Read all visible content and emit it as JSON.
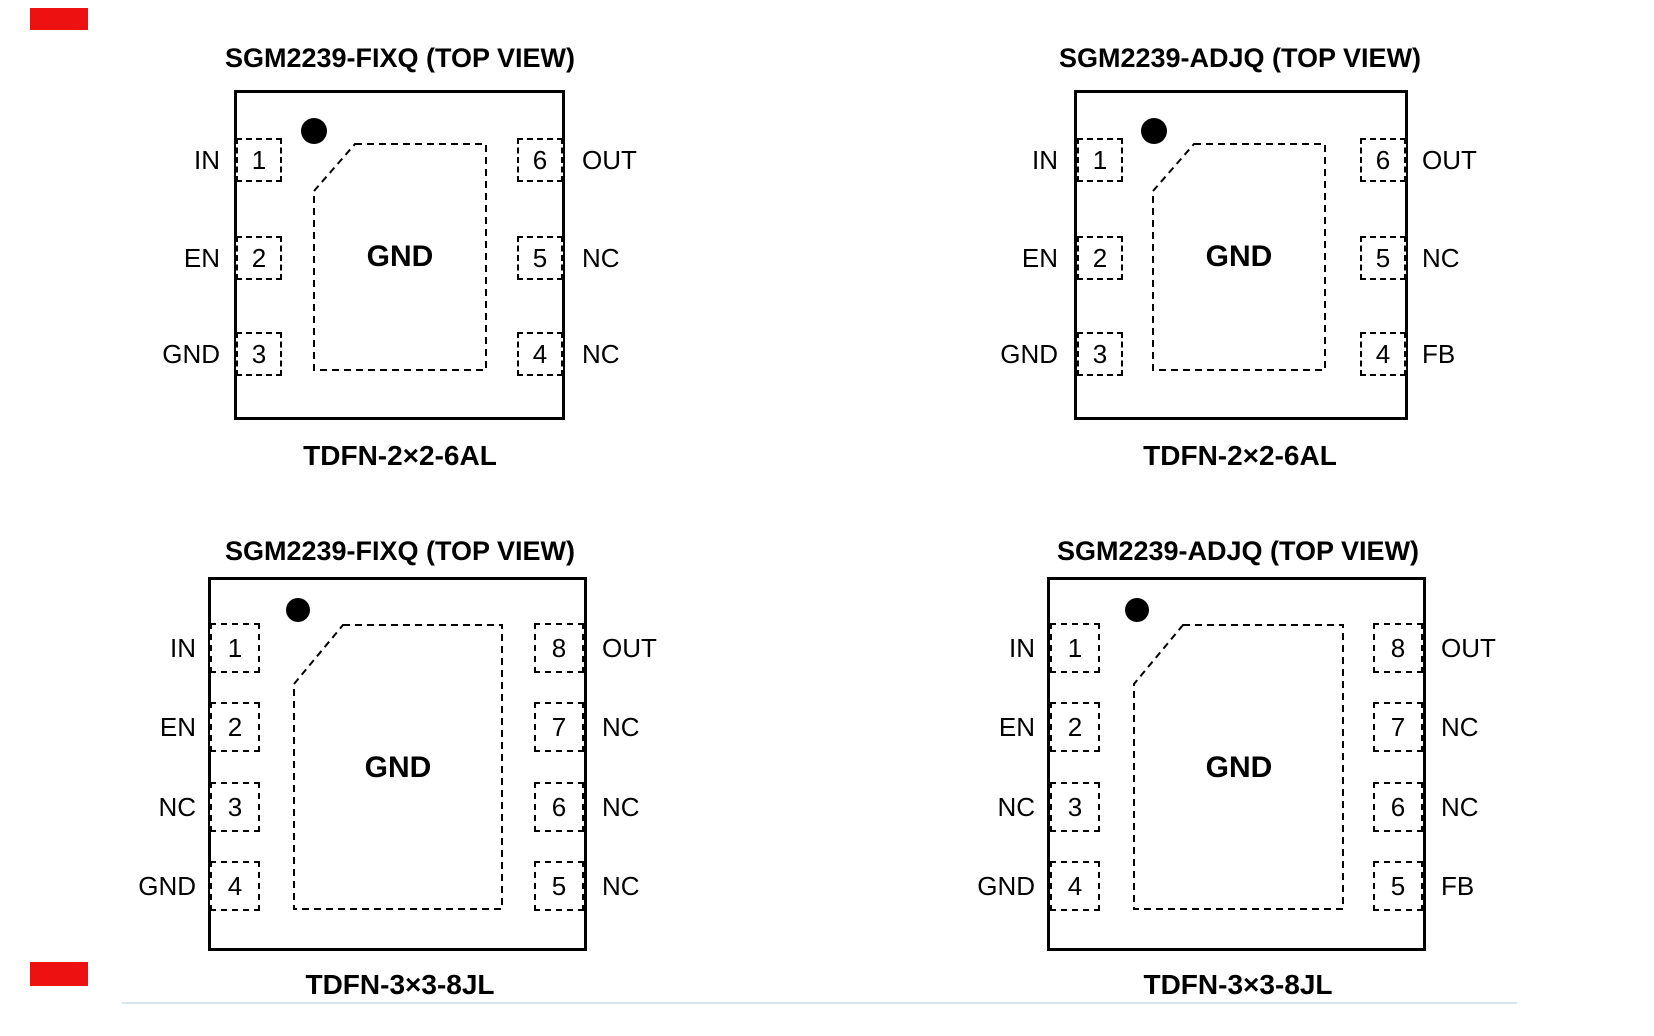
{
  "page": {
    "background_color": "#ffffff",
    "ink_color": "#000000",
    "redaction_color": "#ee1111",
    "divider_color": "#d8e5ea"
  },
  "diagrams": [
    {
      "title": "SGM2239-FIXQ (TOP VIEW)",
      "package": "TDFN-2×2-6AL",
      "pad_label": "GND",
      "left_pins": [
        {
          "number": "1",
          "name": "IN"
        },
        {
          "number": "2",
          "name": "EN"
        },
        {
          "number": "3",
          "name": "GND"
        }
      ],
      "right_pins": [
        {
          "number": "6",
          "name": "OUT"
        },
        {
          "number": "5",
          "name": "NC"
        },
        {
          "number": "4",
          "name": "NC"
        }
      ]
    },
    {
      "title": "SGM2239-ADJQ (TOP VIEW)",
      "package": "TDFN-2×2-6AL",
      "pad_label": "GND",
      "left_pins": [
        {
          "number": "1",
          "name": "IN"
        },
        {
          "number": "2",
          "name": "EN"
        },
        {
          "number": "3",
          "name": "GND"
        }
      ],
      "right_pins": [
        {
          "number": "6",
          "name": "OUT"
        },
        {
          "number": "5",
          "name": "NC"
        },
        {
          "number": "4",
          "name": "FB"
        }
      ]
    },
    {
      "title": "SGM2239-FIXQ (TOP VIEW)",
      "package": "TDFN-3×3-8JL",
      "pad_label": "GND",
      "left_pins": [
        {
          "number": "1",
          "name": "IN"
        },
        {
          "number": "2",
          "name": "EN"
        },
        {
          "number": "3",
          "name": "NC"
        },
        {
          "number": "4",
          "name": "GND"
        }
      ],
      "right_pins": [
        {
          "number": "8",
          "name": "OUT"
        },
        {
          "number": "7",
          "name": "NC"
        },
        {
          "number": "6",
          "name": "NC"
        },
        {
          "number": "5",
          "name": "NC"
        }
      ]
    },
    {
      "title": "SGM2239-ADJQ (TOP VIEW)",
      "package": "TDFN-3×3-8JL",
      "pad_label": "GND",
      "left_pins": [
        {
          "number": "1",
          "name": "IN"
        },
        {
          "number": "2",
          "name": "EN"
        },
        {
          "number": "3",
          "name": "NC"
        },
        {
          "number": "4",
          "name": "GND"
        }
      ],
      "right_pins": [
        {
          "number": "8",
          "name": "OUT"
        },
        {
          "number": "7",
          "name": "NC"
        },
        {
          "number": "6",
          "name": "NC"
        },
        {
          "number": "5",
          "name": "FB"
        }
      ]
    }
  ]
}
